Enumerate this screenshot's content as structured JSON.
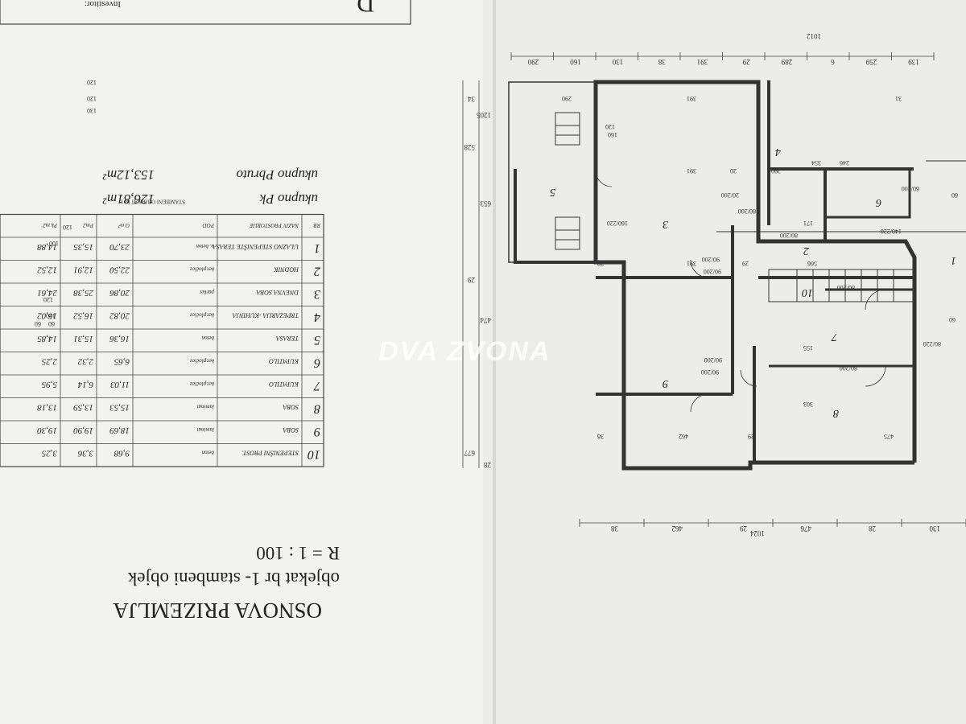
{
  "sheet": {
    "title": "OSNOVA PRIZEMLJA",
    "subtitle": "objekat br 1-  stambeni objek",
    "scale": "R = 1 : 100",
    "investor_label": "Investitor:",
    "corner_letter": "D"
  },
  "watermark": "DVA ZVONA",
  "room_table": {
    "caption": "STAMBENI OBJEKAT br 1",
    "headers": [
      "RB",
      "NAZIV PROSTORIJE",
      "POD",
      "O m²",
      "Pm2",
      "Pk m2"
    ],
    "rows": [
      {
        "rb": "1",
        "name": "ULAZNO STEPENIŠTE TERASA",
        "floor": "o. beton",
        "o": "23,70",
        "p": "15,35",
        "pk": "14,88"
      },
      {
        "rb": "2",
        "name": "HODNIK",
        "floor": "ker.pločice",
        "o": "22,50",
        "p": "12,91",
        "pk": "12,52"
      },
      {
        "rb": "3",
        "name": "DNEVNA SOBA",
        "floor": "parket",
        "o": "20,86",
        "p": "25,38",
        "pk": "24,61"
      },
      {
        "rb": "4",
        "name": "TRPEZARIJA -KUHINJA",
        "floor": "ker.pločice",
        "o": "20,82",
        "p": "16,52",
        "pk": "16,02"
      },
      {
        "rb": "5",
        "name": "TERASA",
        "floor": "beton",
        "o": "16,36",
        "p": "15,31",
        "pk": "14,85"
      },
      {
        "rb": "6",
        "name": "KUPATILO",
        "floor": "ker.pločice",
        "o": "6,65",
        "p": "2,32",
        "pk": "2,25"
      },
      {
        "rb": "7",
        "name": "KUPATILO",
        "floor": "ker.pločice",
        "o": "11,03",
        "p": "6,14",
        "pk": "5,95"
      },
      {
        "rb": "8",
        "name": "SOBA",
        "floor": "laminat",
        "o": "15,53",
        "p": "13,59",
        "pk": "13,18"
      },
      {
        "rb": "9",
        "name": "SOBA",
        "floor": "laminat",
        "o": "18,69",
        "p": "19,90",
        "pk": "19,30"
      },
      {
        "rb": "10",
        "name": "STEPENIŠNI PROST.",
        "floor": "beton",
        "o": "9,68",
        "p": "3,36",
        "pk": "3,25"
      }
    ]
  },
  "totals": {
    "pk_label": "ukupno  Pk",
    "pk_value": "126,81m²",
    "pb_label": "ukupno  Pbruto",
    "pb_value": "153,12m²"
  },
  "plan": {
    "room_numbers": [
      "1",
      "2",
      "3",
      "4",
      "5",
      "6",
      "7",
      "8",
      "9",
      "10"
    ],
    "openings": [
      "160/220",
      "90/200",
      "90/200",
      "80/200",
      "20/200",
      "80/200",
      "80/200",
      "80/200",
      "90/200",
      "90/200",
      "140/220",
      "60/200",
      "80/220",
      "60",
      "60",
      "60",
      "60",
      "120",
      "120",
      "100",
      "120",
      "160",
      "120"
    ],
    "dims_top": [
      "130",
      "28",
      "476",
      "29",
      "462",
      "38"
    ],
    "dims_top_total": "1024",
    "dims_bottom": [
      "139",
      "259",
      "6",
      "289",
      "29",
      "391",
      "38",
      "130",
      "160",
      "290"
    ],
    "dims_bottom_total": "1012",
    "dims_side": [
      "28",
      "677",
      "474",
      "29",
      "653",
      "528",
      "1205",
      "34"
    ],
    "dims_inner": [
      "475",
      "462",
      "29",
      "38",
      "303",
      "155",
      "566",
      "391",
      "29",
      "38",
      "171",
      "354",
      "290",
      "20",
      "246",
      "391",
      "391",
      "290",
      "120",
      "130",
      "31",
      "120"
    ]
  }
}
